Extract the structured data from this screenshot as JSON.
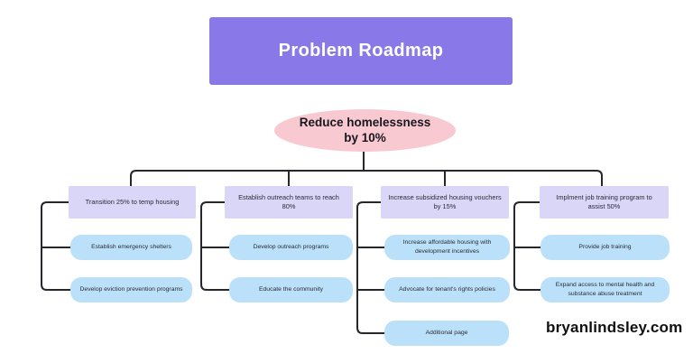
{
  "banner": {
    "title": "Problem Roadmap"
  },
  "goal": {
    "line1": "Reduce homelessness",
    "line2": "by 10%"
  },
  "columns": [
    {
      "header": "Transition 25% to temp housing",
      "children": [
        "Establish emergency shelters",
        "Develop eviction prevention programs"
      ]
    },
    {
      "header": "Establish outreach teams to reach 80%",
      "children": [
        "Develop outreach programs",
        "Educate the community"
      ]
    },
    {
      "header": "Increase subsidized housing vouchers by 15%",
      "children": [
        "Increase affordable housing with development incentives",
        "Advocate for tenant's rights policies",
        "Additional page"
      ]
    },
    {
      "header": "Implment job training program to assist 50%",
      "children": [
        "Provide job training",
        "Expand access to mental health and substance abuse treatment"
      ]
    }
  ],
  "watermark": "bryanlindsley.com",
  "colors": {
    "banner_purple": "#8878E8",
    "header_lavender": "#D9D6F8",
    "child_blue": "#BBE1FA",
    "goal_pink": "#F9C9D2",
    "line_dark": "#26262B"
  }
}
